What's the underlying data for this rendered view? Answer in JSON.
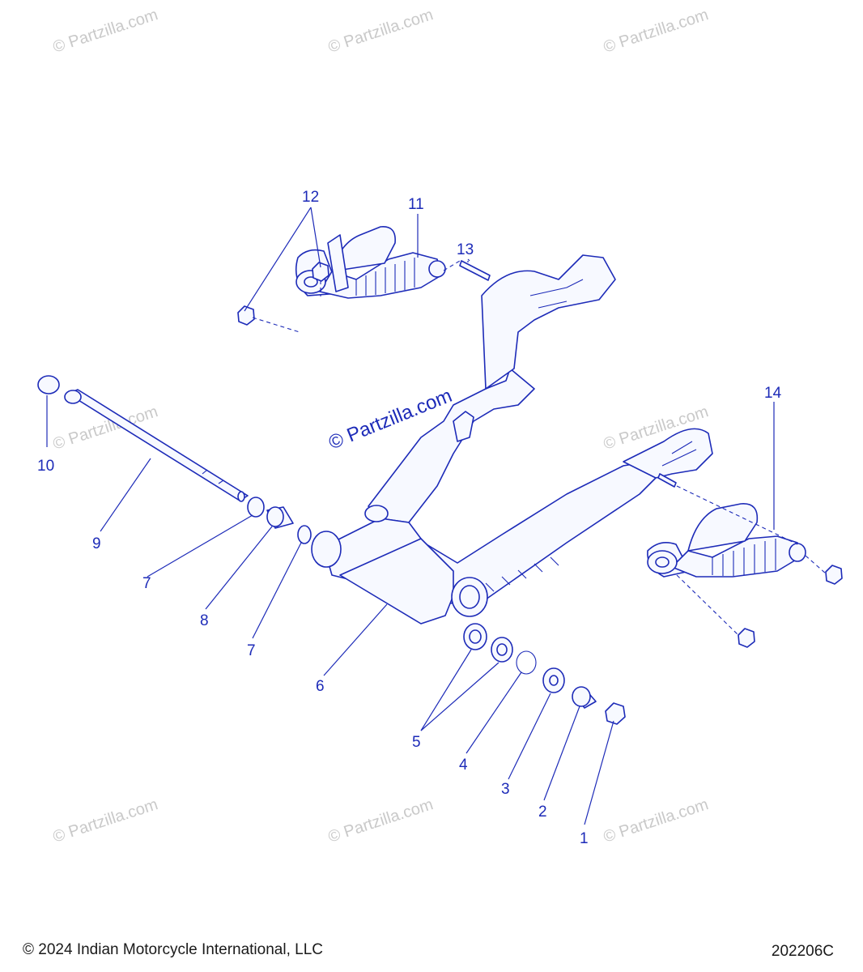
{
  "callouts": {
    "c1": "1",
    "c2": "2",
    "c3": "3",
    "c4": "4",
    "c5": "5",
    "c6": "6",
    "c7a": "7",
    "c7b": "7",
    "c8": "8",
    "c9": "9",
    "c10": "10",
    "c11": "11",
    "c12": "12",
    "c13": "13",
    "c14": "14"
  },
  "watermark": "© Partzilla.com",
  "footer": {
    "copyright": "© 2024 Indian Motorcycle International, LLC",
    "figure_id": "202206C"
  },
  "colors": {
    "line": "#1d2bb8",
    "watermark": "#c9c9c9"
  }
}
